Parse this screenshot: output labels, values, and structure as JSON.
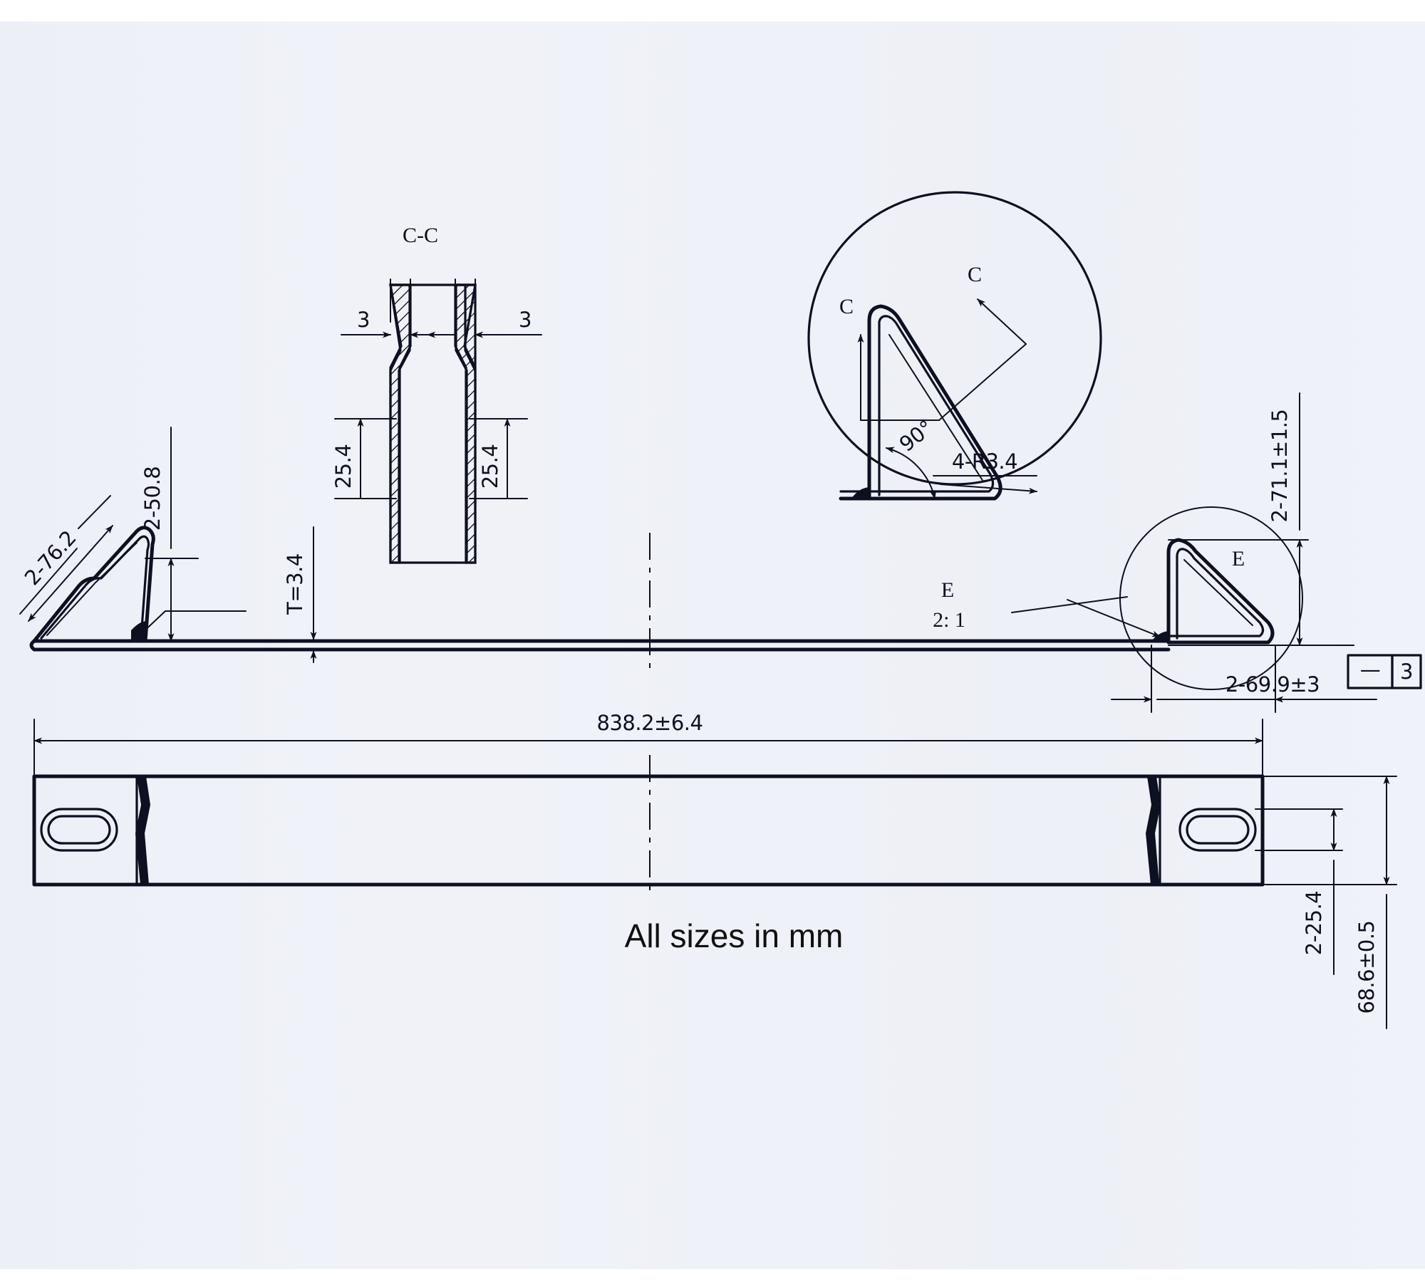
{
  "drawing": {
    "title_note": "All sizes in mm",
    "units": "mm",
    "background_color": "#eef1f7",
    "line_color": "#0d1020"
  },
  "section_cc": {
    "label": "C-C",
    "wall_left": "3",
    "wall_right": "3",
    "height_left": "25.4",
    "height_right": "25.4"
  },
  "detail_e": {
    "label": "E",
    "scale": "2: 1",
    "angle": "90°",
    "radius_note": "4-R3.4",
    "section_mark_left": "C",
    "section_mark_right": "C"
  },
  "left_end": {
    "hyp_dim": "2-76.2",
    "height_dim": "2-50.8"
  },
  "right_end": {
    "detail_marker": "E",
    "height_dim": "2-71.1±1.5",
    "base_dim": "2-69.9±3",
    "flatness_symbol": "—",
    "flatness_value": "3"
  },
  "side_view": {
    "thickness_dim": "T=3.4"
  },
  "plan_view": {
    "overall_length": "838.2±6.4",
    "slot_dim": "2-25.4",
    "width_dim": "68.6±0.5"
  }
}
